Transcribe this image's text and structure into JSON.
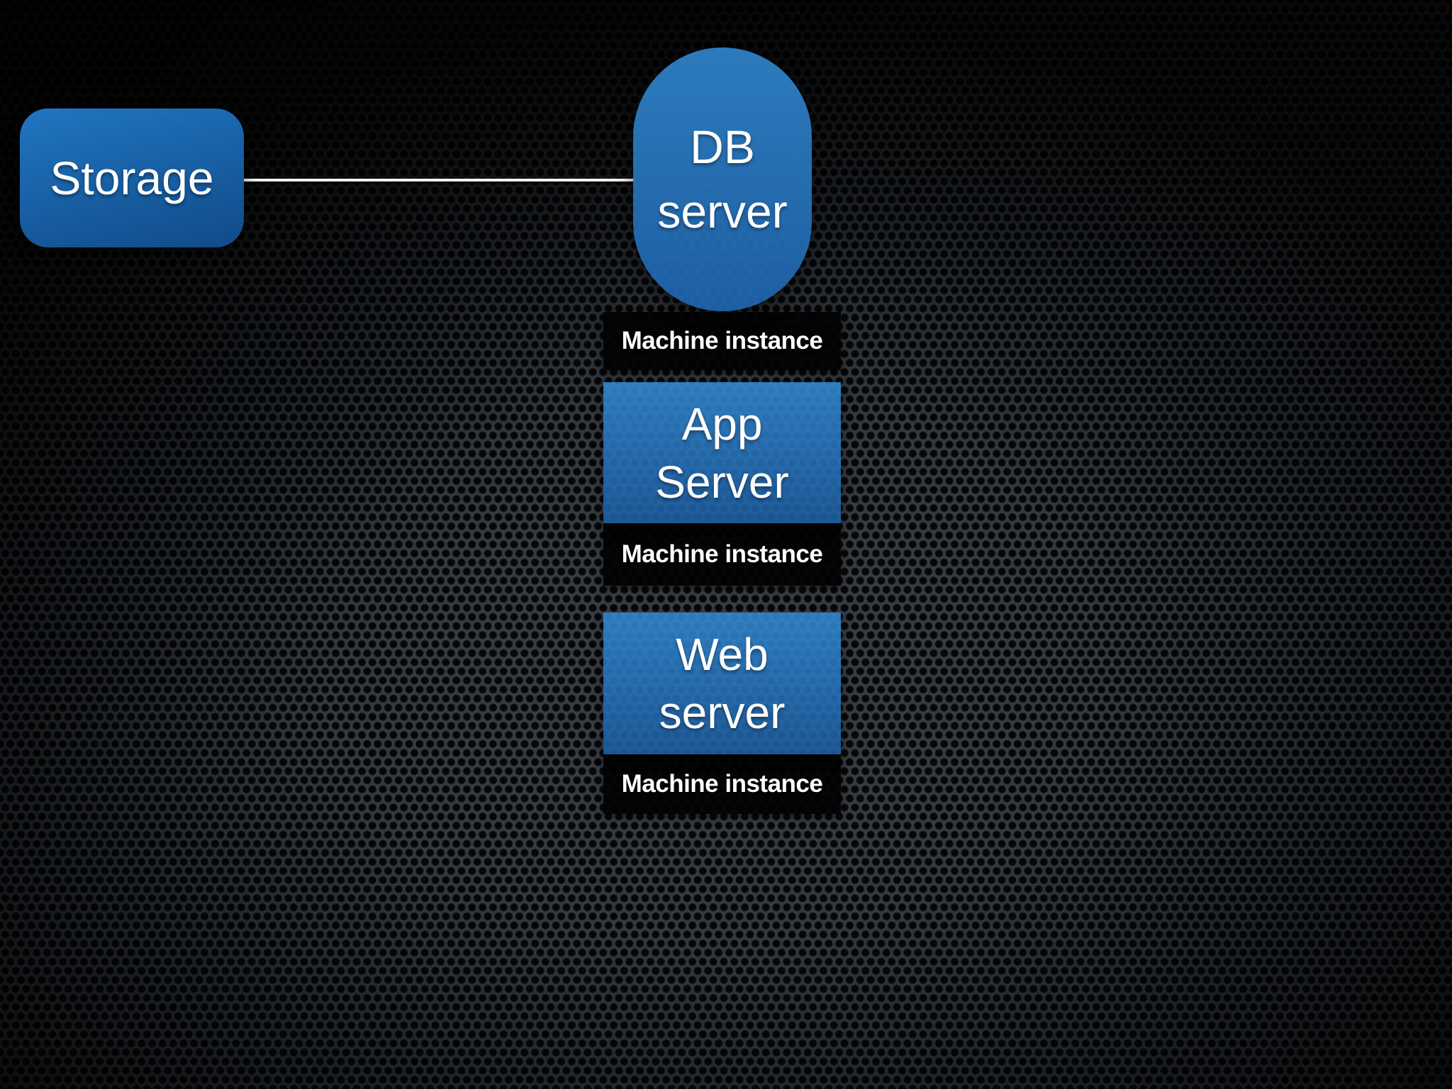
{
  "background": {
    "texture": "perforated-metal",
    "metal_color": "#3b4046",
    "hole_color": "#05070a"
  },
  "palette": {
    "node_blue_top": "#2f88d3",
    "node_blue_bottom": "#1d61a6",
    "storage_blue_top": "#227cca",
    "storage_blue_bottom": "#114e90",
    "machine_bar_black": "#020202",
    "connector_white": "#f2f2f2",
    "label_white": "#ffffff"
  },
  "diagram": {
    "storage": {
      "label": "Storage"
    },
    "connection": {
      "from": "Storage",
      "to": "DB server"
    },
    "tiers": [
      {
        "shape": "pill",
        "line1": "DB",
        "line2": "server",
        "machine_label": "Machine instance"
      },
      {
        "shape": "rect",
        "line1": "App",
        "line2": "Server",
        "machine_label": "Machine instance"
      },
      {
        "shape": "rect",
        "line1": "Web",
        "line2": "server",
        "machine_label": "Machine instance"
      }
    ]
  }
}
